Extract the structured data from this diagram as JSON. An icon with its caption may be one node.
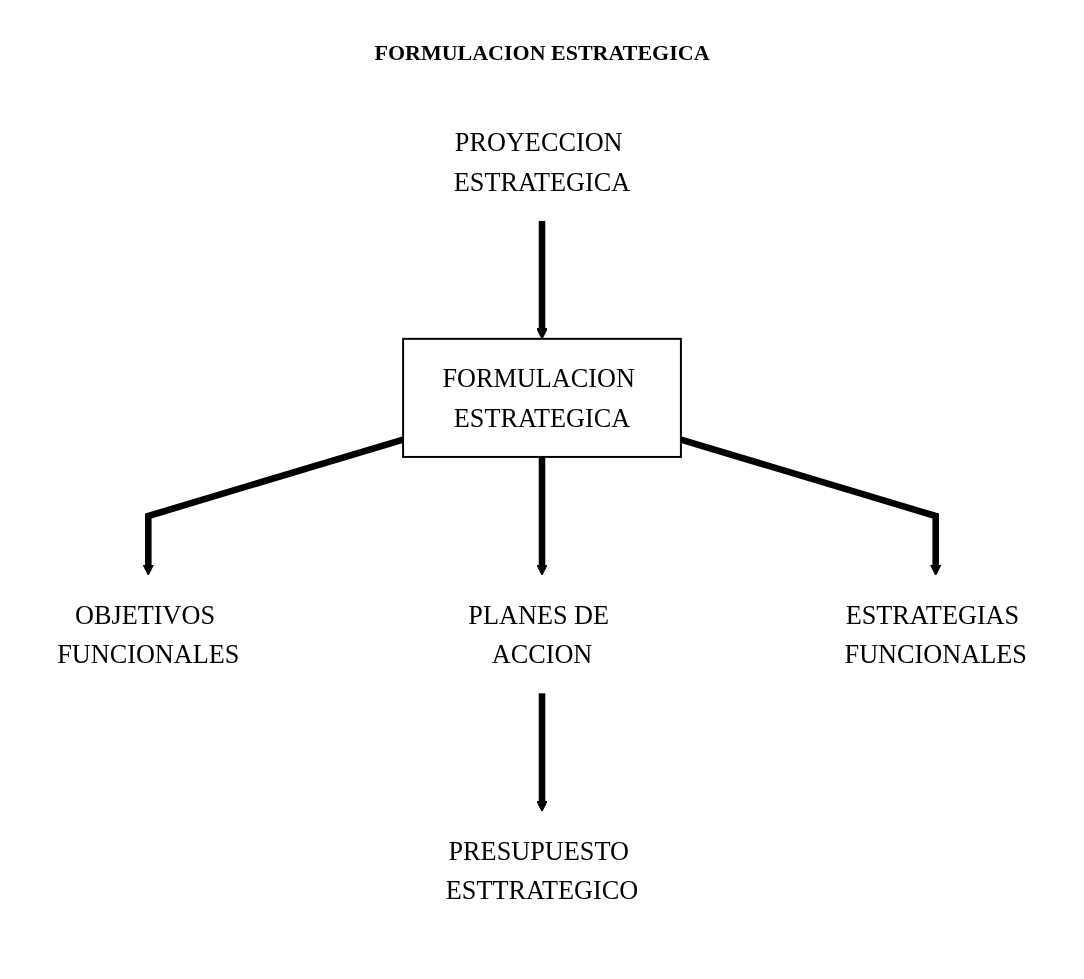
{
  "diagram": {
    "title": "FORMULACION ESTRATEGICA",
    "nodes": [
      {
        "text": [
          "PROYECCION ESTRATEGICA"
        ]
      },
      {
        "text": [
          "FORMULACION ESTRATEGICA"
        ]
      },
      {
        "text": [
          "OBJETIVOS FUNCIONALES"
        ]
      },
      {
        "text": [
          "PLANES DE ACCION"
        ]
      },
      {
        "text": [
          "ESTRATEGIAS FUNCIONALES"
        ]
      },
      {
        "text": [
          "PRESUPUESTO ESTTRATEGICO"
        ]
      }
    ],
    "edges": [
      {
        "from": 0,
        "to": 1,
        "arrow": "to"
      },
      {
        "from": 1,
        "to": 2,
        "arrow": "to"
      },
      {
        "from": 1,
        "to": 3,
        "arrow": "to"
      },
      {
        "from": 1,
        "to": 4,
        "arrow": "to"
      },
      {
        "from": 3,
        "to": 5,
        "arrow": "to"
      }
    ]
  }
}
